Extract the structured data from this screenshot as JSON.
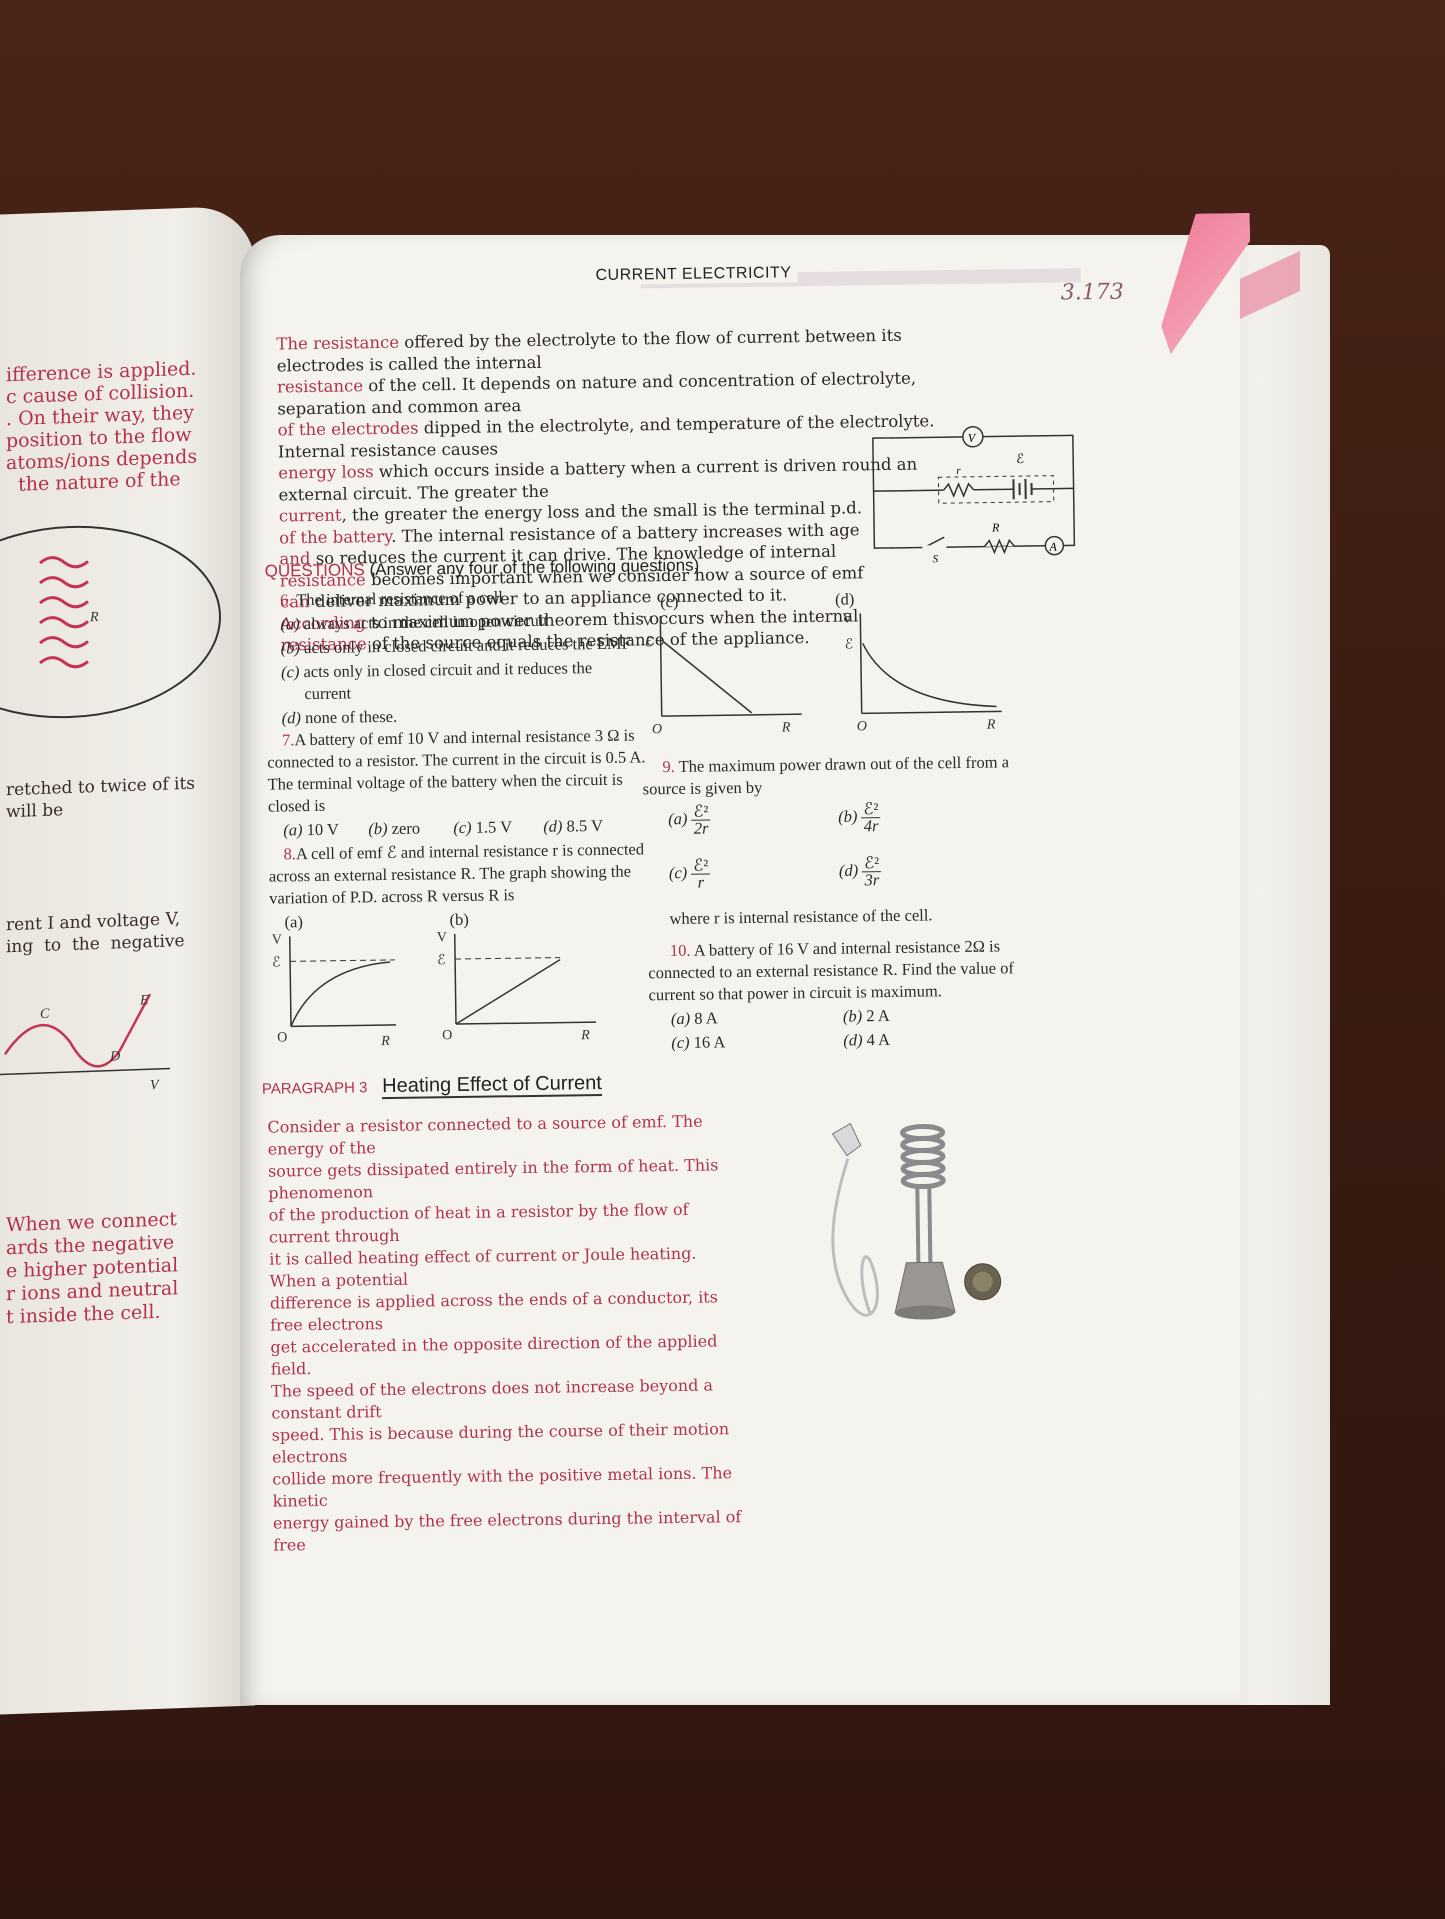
{
  "left_page": {
    "fragments": [
      "ifference is applied.",
      "c cause of collision.",
      ". On their way, they",
      "position to the flow",
      "atoms/ions depends",
      "  the nature of the",
      "retched to twice of its",
      "will be",
      "rent I and voltage V,",
      "ing  to  the  negative",
      "When we connect",
      "ards the negative",
      "e higher potential",
      "r ions and neutral",
      "t inside the cell."
    ],
    "figure_labels": {
      "r": "R",
      "c": "C",
      "e": "E",
      "d": "D",
      "v": "V"
    }
  },
  "header": {
    "running_head": "CURRENT ELECTRICITY",
    "page_number": "3.173"
  },
  "intro": {
    "highlight_lines": [
      "The resistance",
      "resistance",
      "of the electrodes",
      "energy loss",
      "current",
      "of the battery",
      "and",
      "resistance",
      "can",
      "According",
      "resistance"
    ],
    "lines": [
      " offered by the electrolyte to the flow of current between its electrodes is called the internal",
      " of the cell. It depends on nature and concentration of electrolyte, separation and common area",
      " dipped in the electrolyte, and temperature of the electrolyte. Internal resistance causes",
      " which occurs inside a battery when a current is driven round an external circuit. The greater the",
      ", the greater the energy loss and the small is the terminal p.d.",
      ". The internal resistance of a battery increases with age",
      " so reduces the current it can drive. The knowledge of internal",
      " becomes important when we consider how a source of emf",
      " deliver  maximum  power  to  an  appliance  connected  to  it.",
      " to maximum power theorem this occurs when the internal",
      " of the source equals the resistance of the appliance."
    ]
  },
  "circuit": {
    "voltmeter": "V",
    "emf": "ℰ",
    "r": "r",
    "R": "R",
    "switch": "S",
    "ammeter": "A"
  },
  "questions": {
    "label": "QUESTIONS",
    "instruction": "(Answer any four of the following questions)",
    "q6": {
      "num": "6.",
      "stem": "The internal resistance of a cell",
      "a": "always acts in the cell in open circuit",
      "b": "acts only in closed circuit and it reduces the EMF",
      "c1": "acts  only  in  closed  circuit  and  it  reduces  the",
      "c2": "current",
      "d": "none of these."
    },
    "q7": {
      "num": "7.",
      "l1": "A battery of emf 10 V and internal resistance 3 Ω is",
      "l2": "connected to a resistor. The current in the circuit is 0.5 A.",
      "l3": "The terminal voltage of the battery when the circuit is",
      "l4": "closed is",
      "a": "10 V",
      "b": "zero",
      "c": "1.5 V",
      "d": "8.5 V"
    },
    "q8": {
      "num": "8.",
      "l1": "A cell of emf ℰ and internal resistance r is connected",
      "l2": "across an external resistance R. The graph showing the",
      "l3": "variation of P.D. across R versus R is"
    },
    "option_letters": {
      "a": "(a)",
      "b": "(b)",
      "c": "(c)",
      "d": "(d)"
    },
    "graph_labels": {
      "v": "V",
      "emf": "ℰ",
      "o": "O",
      "r": "R"
    },
    "q9": {
      "num": "9.",
      "l1": "The maximum power drawn out of the cell from a",
      "l2": "source is given by",
      "numerator": "ℰ²",
      "a_den": "2r",
      "b_den": "4r",
      "c_den": "r",
      "d_den": "3r",
      "note": "where r is internal resistance of the cell."
    },
    "q10": {
      "num": "10.",
      "l1": "A battery of 16 V and internal resistance 2Ω is",
      "l2": "connected to an external resistance R. Find the value of",
      "l3": "current so that power in circuit is maximum.",
      "a": "8 A",
      "b": "2 A",
      "c": "16 A",
      "d": "4 A"
    }
  },
  "paragraph3": {
    "label": "PARAGRAPH 3",
    "title": "Heating Effect of Current",
    "lines": [
      "Consider a resistor connected to a source of emf. The energy of the",
      "source gets dissipated entirely in the form of heat. This phenomenon",
      "of the production of heat in a resistor by the flow of current through",
      "it is called heating effect of current or Joule heating. When a potential",
      "difference is applied across the ends of a conductor, its free electrons",
      "get accelerated in the opposite direction of the applied field.",
      "The speed of the electrons does not increase beyond a constant drift",
      "speed. This is because during the course of their motion electrons",
      "collide  more  frequently  with  the  positive  metal  ions.  The  kinetic",
      "energy  gained  by  the  free  electrons  during  the  interval  of  free"
    ]
  }
}
